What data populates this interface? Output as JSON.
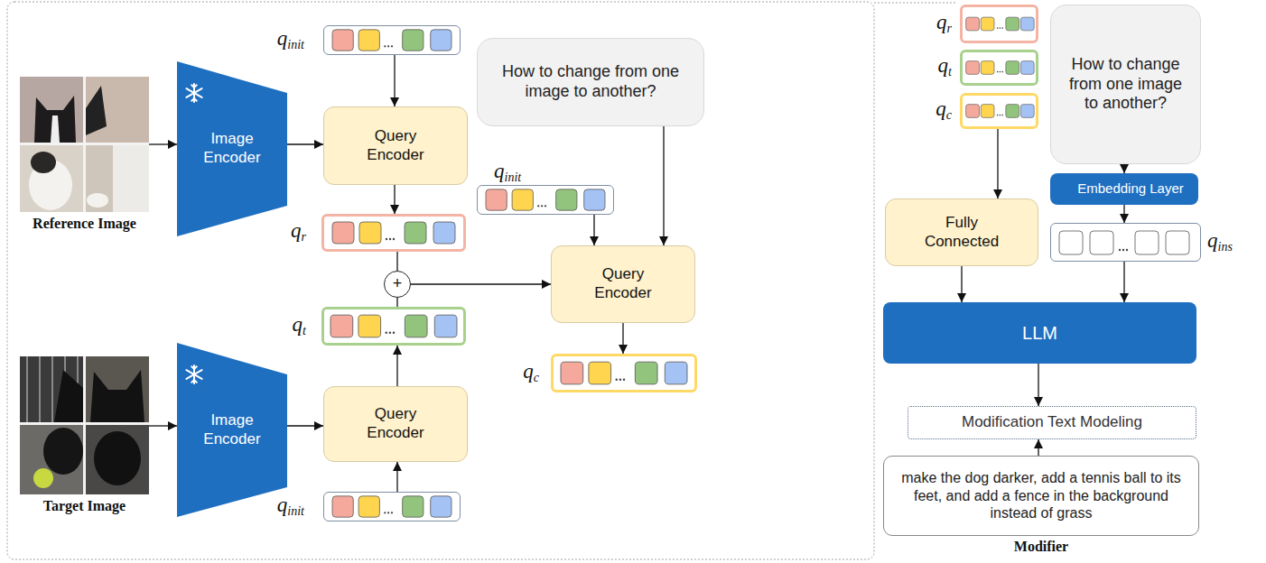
{
  "diagram": {
    "nodes": [
      {
        "text": [
          "Reference Image"
        ]
      },
      {
        "text": [
          "Image Encoder"
        ]
      },
      {
        "text": [
          "qinit"
        ]
      },
      {
        "text": [
          "Query Encoder"
        ]
      },
      {
        "text": [
          "qr"
        ]
      },
      {
        "text": [
          "+"
        ]
      },
      {
        "text": [
          "qt"
        ]
      },
      {
        "text": [
          "How to change from one image to another?"
        ]
      },
      {
        "text": [
          "qinit"
        ]
      },
      {
        "text": [
          "Query Encoder"
        ]
      },
      {
        "text": [
          "qc"
        ]
      },
      {
        "text": [
          "Target Image"
        ]
      },
      {
        "text": [
          "Image Encoder"
        ]
      },
      {
        "text": [
          "Query Encoder"
        ]
      },
      {
        "text": [
          "qinit"
        ]
      },
      {
        "text": [
          "qr"
        ]
      },
      {
        "text": [
          "qt"
        ]
      },
      {
        "text": [
          "qc"
        ]
      },
      {
        "text": [
          "How to change from one image to another?"
        ]
      },
      {
        "text": [
          "Embedding Layer"
        ]
      },
      {
        "text": [
          "qins"
        ]
      },
      {
        "text": [
          "Fully Connected"
        ]
      },
      {
        "text": [
          "LLM"
        ]
      },
      {
        "text": [
          "Modification Text Modeling"
        ]
      },
      {
        "text": [
          "make the dog darker, add a tennis ball to its feet, and add a fence in the background instead of grass",
          "Modifier"
        ]
      }
    ],
    "edges": [
      {
        "from": 0,
        "to": 1,
        "arrow": "to"
      },
      {
        "from": 1,
        "to": 3,
        "arrow": "to"
      },
      {
        "from": 2,
        "to": 3,
        "arrow": "to"
      },
      {
        "from": 3,
        "to": 4,
        "arrow": "to"
      },
      {
        "from": 4,
        "to": 5,
        "arrow": "none"
      },
      {
        "from": 6,
        "to": 5,
        "arrow": "none"
      },
      {
        "from": 5,
        "to": 9,
        "arrow": "to"
      },
      {
        "from": 7,
        "to": 9,
        "arrow": "to"
      },
      {
        "from": 8,
        "to": 9,
        "arrow": "to"
      },
      {
        "from": 9,
        "to": 10,
        "arrow": "to"
      },
      {
        "from": 11,
        "to": 12,
        "arrow": "to"
      },
      {
        "from": 12,
        "to": 13,
        "arrow": "to"
      },
      {
        "from": 14,
        "to": 13,
        "arrow": "to"
      },
      {
        "from": 13,
        "to": 6,
        "arrow": "to"
      },
      {
        "from": 17,
        "to": 21,
        "arrow": "to"
      },
      {
        "from": 18,
        "to": 19,
        "arrow": "to"
      },
      {
        "from": 19,
        "to": 20,
        "arrow": "to"
      },
      {
        "from": 21,
        "to": 22,
        "arrow": "to"
      },
      {
        "from": 20,
        "to": 22,
        "arrow": "to"
      },
      {
        "from": 22,
        "to": 23,
        "arrow": "to"
      },
      {
        "from": 24,
        "to": 23,
        "arrow": "to"
      }
    ]
  }
}
